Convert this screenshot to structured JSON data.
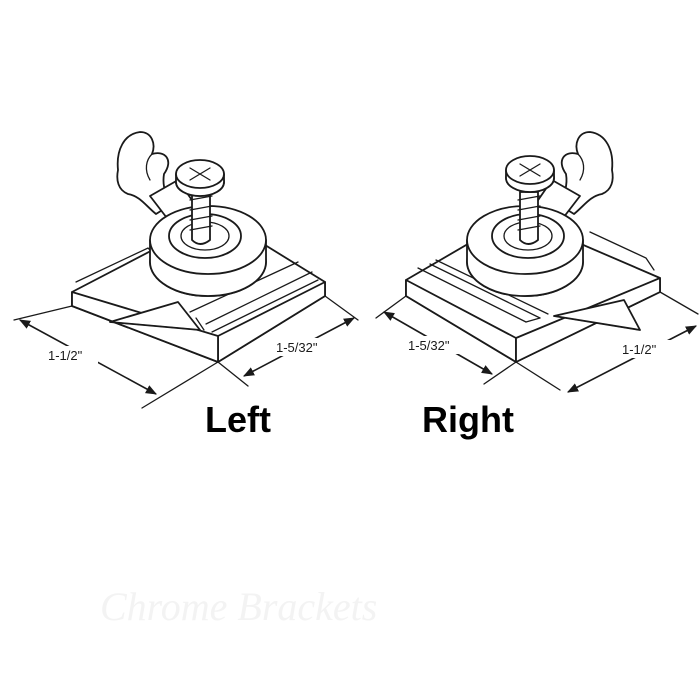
{
  "left": {
    "caption": "Left",
    "dim_width": "1-1/2\"",
    "dim_depth": "1-5/32\""
  },
  "right": {
    "caption": "Right",
    "dim_width": "1-1/2\"",
    "dim_depth": "1-5/32\""
  },
  "watermark": "Chrome Brackets",
  "colors": {
    "line": "#1a1a1a",
    "background": "#ffffff"
  }
}
